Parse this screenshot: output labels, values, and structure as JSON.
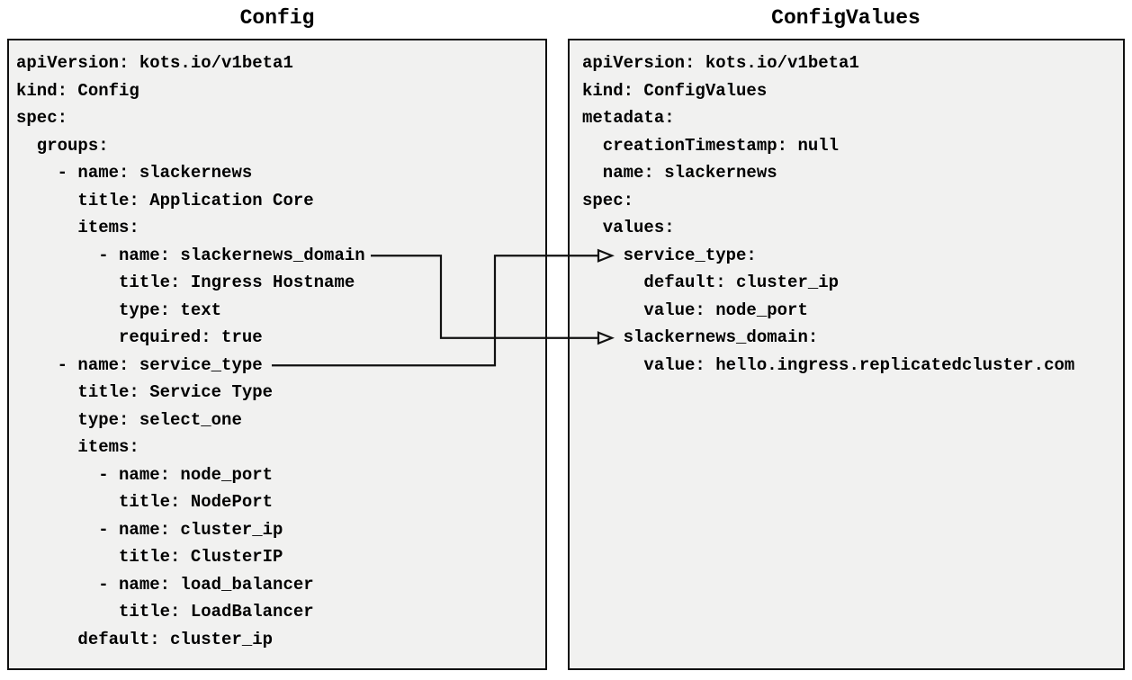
{
  "diagram": {
    "left_panel": {
      "title": "Config",
      "code": [
        "apiVersion: kots.io/v1beta1",
        "kind: Config",
        "spec:",
        "  groups:",
        "    - name: slackernews",
        "      title: Application Core",
        "      items:",
        "        - name: slackernews_domain",
        "          title: Ingress Hostname",
        "          type: text",
        "          required: true",
        "    - name: service_type",
        "      title: Service Type",
        "      type: select_one",
        "      items:",
        "        - name: node_port",
        "          title: NodePort",
        "        - name: cluster_ip",
        "          title: ClusterIP",
        "        - name: load_balancer",
        "          title: LoadBalancer",
        "      default: cluster_ip"
      ]
    },
    "right_panel": {
      "title": "ConfigValues",
      "code": [
        "apiVersion: kots.io/v1beta1",
        "kind: ConfigValues",
        "metadata:",
        "  creationTimestamp: null",
        "  name: slackernews",
        "spec:",
        "  values:",
        "    service_type:",
        "      default: cluster_ip",
        "      value: node_port",
        "    slackernews_domain:",
        "      value: hello.ingress.replicatedcluster.com"
      ]
    },
    "connections": [
      {
        "from": "Config item name: slackernews_domain",
        "to": "ConfigValues spec.values.slackernews_domain"
      },
      {
        "from": "Config item name: service_type",
        "to": "ConfigValues spec.values.service_type"
      }
    ],
    "colors": {
      "background": "#ffffff",
      "panel_fill": "#f1f1f0",
      "panel_border": "#111111",
      "text": "#000000",
      "connector": "#111111"
    }
  }
}
